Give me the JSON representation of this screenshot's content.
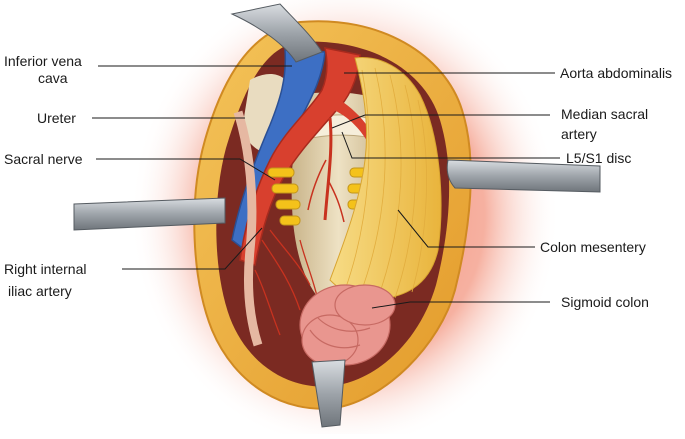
{
  "labels": {
    "ivc_line1": "Inferior vena",
    "ivc_line2": "cava",
    "ureter": "Ureter",
    "sacral_nerve": "Sacral nerve",
    "right_iliac_line1": "Right internal",
    "right_iliac_line2": "iliac artery",
    "aorta": "Aorta abdominalis",
    "median_sacral_line1": "Median sacral",
    "median_sacral_line2": "artery",
    "l5s1": "L5/S1 disc",
    "colon_mesentery": "Colon mesentery",
    "sigmoid_colon": "Sigmoid colon"
  },
  "colors": {
    "background": "#ffffff",
    "skin_glow": "#f3a595",
    "fat_layer": "#efb640",
    "fat_edge": "#d99a2a",
    "cavity": "#7b2a22",
    "artery": "#d8402e",
    "vein": "#3d6fc4",
    "spine": "#e8d8b4",
    "nerve_yellow": "#f4c21a",
    "mesentery": "#f5cf6a",
    "colon": "#e9968f",
    "retractor": "#9aa0a6",
    "leader_line": "#1a1a1a"
  }
}
